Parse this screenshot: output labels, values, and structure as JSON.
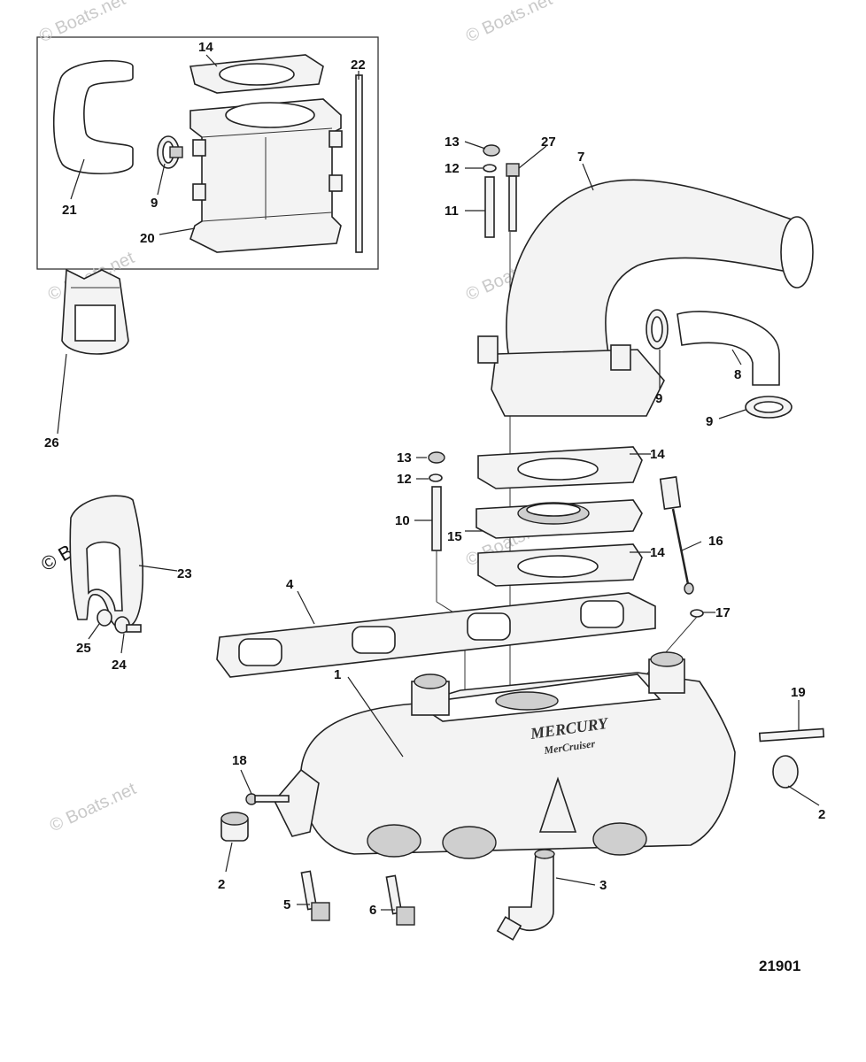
{
  "figure_number": "21901",
  "watermarks": {
    "standard": "© Boats.net",
    "prominent": "© Boats.net"
  },
  "callouts": {
    "c1": "1",
    "c2a": "2",
    "c2b": "2",
    "c3": "3",
    "c4": "4",
    "c5": "5",
    "c6": "6",
    "c7": "7",
    "c8": "8",
    "c9a": "9",
    "c9b": "9",
    "c9c": "9",
    "c10": "10",
    "c11": "11",
    "c12a": "12",
    "c12b": "12",
    "c13a": "13",
    "c13b": "13",
    "c14a": "14",
    "c14b": "14",
    "c14c": "14",
    "c15": "15",
    "c16": "16",
    "c17": "17",
    "c18": "18",
    "c19": "19",
    "c20": "20",
    "c21": "21",
    "c22": "22",
    "c23": "23",
    "c24": "24",
    "c25": "25",
    "c26": "26",
    "c27": "27"
  },
  "manifold_logo": {
    "brand": "MERCURY",
    "sub": "MerCruiser"
  }
}
